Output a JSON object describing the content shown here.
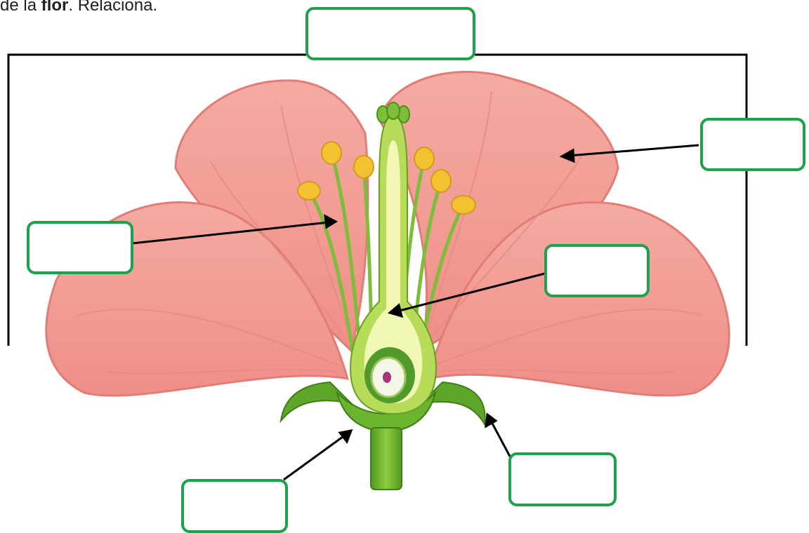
{
  "instruction": {
    "prefix": "de la ",
    "bold": "flor",
    "suffix": ". Relaciona."
  },
  "colors": {
    "label_border": "#1fa04b",
    "petal": "#f2a39b",
    "petal_edge": "#e27c76",
    "stem": "#6ab42e",
    "anther": "#f3c230",
    "ovary": "#f3f7b5"
  },
  "label_boxes": [
    {
      "id": "flor",
      "value": ""
    },
    {
      "id": "petalo",
      "value": ""
    },
    {
      "id": "estambre",
      "value": ""
    },
    {
      "id": "pistilo",
      "value": ""
    },
    {
      "id": "receptaculo",
      "value": ""
    },
    {
      "id": "sepalo",
      "value": ""
    }
  ]
}
